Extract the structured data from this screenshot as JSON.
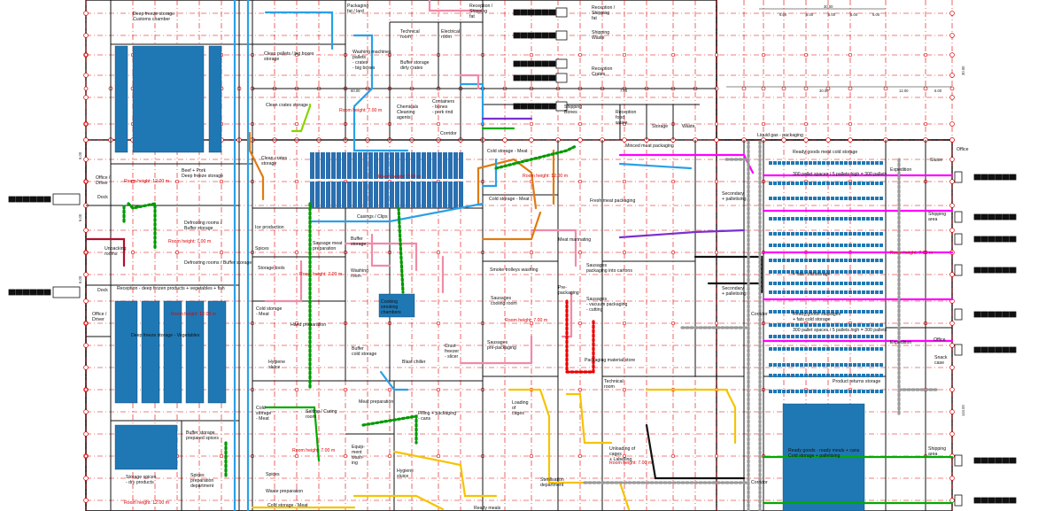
{
  "colors": {
    "grid_red": "#e00000",
    "wall": "#111111",
    "storage_blue": "#1f78b4",
    "pipe_blue": "#2aa0e6",
    "pipe_pink": "#f08aa8",
    "pipe_yellow": "#f5c400",
    "pipe_orange": "#e07b10",
    "pipe_magenta": "#ff00ff",
    "pipe_green": "#00aa00",
    "pipe_purple": "#7a2fd0",
    "route_grey": "#9a9a9a",
    "route_green": "#009a00",
    "route_red": "#ee0000"
  },
  "dimensions": {
    "top_right": [
      "6.00",
      "6.00",
      "6.00",
      "6.00",
      "6.00",
      "12.00"
    ],
    "top_right_total": "30.00",
    "row2": [
      "30.00",
      "12.00",
      "6.00"
    ],
    "right_vertical": [
      "30.00",
      "144.00"
    ],
    "left_vertical": [
      "6.00",
      "6.00",
      "6.00"
    ],
    "row_mid": [
      "60.00",
      "7.00"
    ]
  },
  "rooms": [
    {
      "id": "deep-freeze-customs",
      "text": "Deep freeze storage\nCustoms chamber"
    },
    {
      "id": "packaging-fat",
      "text": "Packaging\nfat / lard"
    },
    {
      "id": "reception-shipping-fat",
      "text": "Reception /\nShipping\nfat"
    },
    {
      "id": "reception-shipping-fat-2",
      "text": "Reception /\nShipping\nfat"
    },
    {
      "id": "shipping-waste",
      "text": "Shipping\nWaste"
    },
    {
      "id": "technical-room-top",
      "text": "Technical\nroom"
    },
    {
      "id": "electrical-room",
      "text": "Electrical\nroom"
    },
    {
      "id": "clean-pallets",
      "text": "Clean pallets / big boxes\nstorage"
    },
    {
      "id": "washing-machines",
      "text": "Washing machines\npallets\n- crates\n- big boxes"
    },
    {
      "id": "buffer-dirty-crates",
      "text": "Buffer storage\ndirty crates"
    },
    {
      "id": "reception-crates",
      "text": "Reception\nCrates"
    },
    {
      "id": "clean-crates-storage-top",
      "text": "Clean crates storage"
    },
    {
      "id": "chemicals",
      "text": "Chemicals\nCleaning\nagents"
    },
    {
      "id": "containers-bones",
      "text": "Containers\n- bones\n- pork rind"
    },
    {
      "id": "shipping-bones",
      "text": "Shipping\nBones"
    },
    {
      "id": "reception-waste",
      "text": "Reception\nfood\nwaste"
    },
    {
      "id": "storage-top",
      "text": "Storage"
    },
    {
      "id": "waste-top",
      "text": "Waste"
    },
    {
      "id": "corridor-top",
      "text": "Corridor"
    },
    {
      "id": "clean-crates-storage",
      "text": "Clean crates\nstorage"
    },
    {
      "id": "cold-storage-meat-top",
      "text": "Cold storage - Meat"
    },
    {
      "id": "minced-meat",
      "text": "Minced meat packaging"
    },
    {
      "id": "ready-goods-cold",
      "text": "Ready goods meat cold storage"
    },
    {
      "id": "beef-pork-freeze",
      "text": "Beef + Pork\nDeep freeze storage"
    },
    {
      "id": "office-driver-top",
      "text": "Office /\nDriver"
    },
    {
      "id": "dock-top",
      "text": "Dock"
    },
    {
      "id": "defrosting-1",
      "text": "Defrosting rooms /\nBuffer storage"
    },
    {
      "id": "unpacking-rooms",
      "text": "Unpacking\nrooms"
    },
    {
      "id": "defrosting-2",
      "text": "Defrosting rooms / Buffer storage"
    },
    {
      "id": "ice-production",
      "text": "Ice production"
    },
    {
      "id": "casings-clips",
      "text": "Casings / Clips"
    },
    {
      "id": "spices",
      "text": "Spices"
    },
    {
      "id": "sausage-meat-prep",
      "text": "Sausage meat\npreparation"
    },
    {
      "id": "buffer-storage",
      "text": "Buffer\nstorage"
    },
    {
      "id": "storage-tools",
      "text": "Storage tools"
    },
    {
      "id": "washing-room",
      "text": "Washing\nroom"
    },
    {
      "id": "smoke-trolleys",
      "text": "Smoke trolleys washing"
    },
    {
      "id": "sausages-packaging-cartons",
      "text": "Sausages\npackaging into cartons"
    },
    {
      "id": "fresh-meat-packaging",
      "text": "Fresh meat packaging"
    },
    {
      "id": "meat-marinating",
      "text": "Meat marinating"
    },
    {
      "id": "secondary-packaging-1",
      "text": "Secondary\n+ palletising"
    },
    {
      "id": "expedition-top",
      "text": "Expedition"
    },
    {
      "id": "shipping-area-top",
      "text": "Shipping\narea"
    },
    {
      "id": "office-right-top",
      "text": "Office"
    },
    {
      "id": "reception-deep-frozen",
      "text": "Reception - deep frozen products + vegetables + fish"
    },
    {
      "id": "dock-mid",
      "text": "Dock"
    },
    {
      "id": "office-driver-mid",
      "text": "Office /\nDriver"
    },
    {
      "id": "cold-storage-meat-mid",
      "text": "Cold storage\n- Meat"
    },
    {
      "id": "cooking-smoking",
      "text": "Cooking\nsmoking\nchambers"
    },
    {
      "id": "sausages-cooling",
      "text": "Sausages\ncooling room"
    },
    {
      "id": "pre-packaging",
      "text": "Pre-\npackaging"
    },
    {
      "id": "sausages-vacuum",
      "text": "Sausages\n- vacuum packaging\n- cutting"
    },
    {
      "id": "secondary-packaging-2",
      "text": "Secondary\n+ palletising"
    },
    {
      "id": "fats-cold-storage",
      "text": "+ fats cold storage"
    },
    {
      "id": "ready-goods-sausages",
      "text": "Ready goods sausages\n+ fats cold storage"
    },
    {
      "id": "hand-preparation",
      "text": "Hand preparation"
    },
    {
      "id": "buffer-cold-storage",
      "text": "Buffer\ncold storage"
    },
    {
      "id": "blast-chiller",
      "text": "Blast chiller"
    },
    {
      "id": "crust-freezer",
      "text": "Crust\nfreezer\n- slicer"
    },
    {
      "id": "sausages-pre-packaging",
      "text": "Sausages\npre-packaging"
    },
    {
      "id": "packaging-material",
      "text": "Packaging material store"
    },
    {
      "id": "technical-room-mid",
      "text": "Technical\nroom"
    },
    {
      "id": "expedition-mid",
      "text": "Expedition"
    },
    {
      "id": "office-right-mid",
      "text": "Office"
    },
    {
      "id": "snack-case",
      "text": "Snack\ncase"
    },
    {
      "id": "product-returns",
      "text": "Product returns storage"
    },
    {
      "id": "hygiene-sluice-left",
      "text": "Hygiene\nsluice"
    },
    {
      "id": "cold-storage-meat-low",
      "text": "Cold\nstorage\n- Meat"
    },
    {
      "id": "salting-curing",
      "text": "Salting / Curing\nroom"
    },
    {
      "id": "meat-preparation",
      "text": "Meat preparation"
    },
    {
      "id": "filling-packaging",
      "text": "Filling + packaging\n- cans"
    },
    {
      "id": "loading-cages",
      "text": "Loading\nof\ncages"
    },
    {
      "id": "deep-freeze-low",
      "text": "Deep freeze storage - Vegetables"
    },
    {
      "id": "buffer-prepared-spices",
      "text": "Buffer storage\nprepared spices"
    },
    {
      "id": "storage-spices",
      "text": "Storage spices\n- dry products"
    },
    {
      "id": "spices-prep-dept",
      "text": "Spices\npreparation\ndepartment"
    },
    {
      "id": "equip-washing",
      "text": "Equip-\nment\nwash-\ning"
    },
    {
      "id": "hygiene-sluice-low",
      "text": "Hygiene\nsluice"
    },
    {
      "id": "sterilisation",
      "text": "Sterilisation\ndepartment"
    },
    {
      "id": "unloading-cages",
      "text": "Unloading of\ncages\n+ Labelling"
    },
    {
      "id": "ready-goods-meals",
      "text": "Ready goods - ready meals + cans\nCold storage + palletising"
    },
    {
      "id": "shipping-area-low",
      "text": "Shipping\narea"
    },
    {
      "id": "spices-low",
      "text": "Spices"
    },
    {
      "id": "waste-prep",
      "text": "Waste preparation"
    },
    {
      "id": "cold-storage-meat-bottom",
      "text": "Cold storage - Meat"
    },
    {
      "id": "ready-meals",
      "text": "Ready meals"
    },
    {
      "id": "corridor-low",
      "text": "Corridor"
    },
    {
      "id": "corridor-mid",
      "text": "Corridor"
    },
    {
      "id": "liquid-gas",
      "text": "Liquid gas - packaging"
    },
    {
      "id": "cold-storage-meat-2",
      "text": "Cold storage - Meat"
    },
    {
      "id": "sluice",
      "text": "Sluice"
    }
  ],
  "room_heights": [
    {
      "id": "rh-1",
      "text": "Room height: 7.00 m"
    },
    {
      "id": "rh-2",
      "text": "Room height: 12.00 m"
    },
    {
      "id": "rh-3",
      "text": "Room height: 12.00 m"
    },
    {
      "id": "rh-4",
      "text": "Room height: 7.00 m"
    },
    {
      "id": "rh-5",
      "text": "Room height: 7.00 m"
    },
    {
      "id": "rh-6",
      "text": "Room height: 7.00 m"
    },
    {
      "id": "rh-7",
      "text": "Room height: 12.00 m"
    },
    {
      "id": "rh-8",
      "text": "Room height: 7.00 m"
    },
    {
      "id": "rh-9",
      "text": "Room height: 7.00 m"
    },
    {
      "id": "rh-10",
      "text": "Room height: 7.00 m"
    },
    {
      "id": "rh-11",
      "text": "Room height: 12.00 m"
    },
    {
      "id": "rh-12",
      "text": "Room height: 7.00 m"
    }
  ],
  "pallet_notes": [
    {
      "id": "pn-1",
      "text": "300 pallet spaces / 5 pallets high = 300 pallets"
    },
    {
      "id": "pn-2",
      "text": "300 pallet spaces / 5 pallets high = 300 pallets"
    }
  ]
}
